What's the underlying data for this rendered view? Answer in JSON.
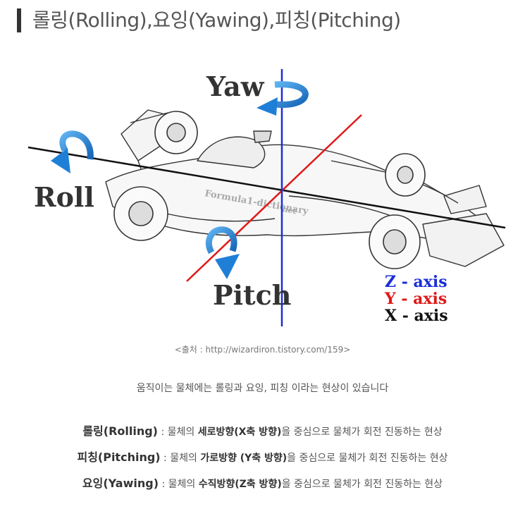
{
  "heading": "롤링(Rolling),요잉(Yawing),피칭(Pitching)",
  "figure": {
    "labels": {
      "yaw": "Yaw",
      "roll": "Roll",
      "pitch": "Pitch"
    },
    "car_text": {
      "line1": "Formula1-dictionary",
      "line2": "net"
    },
    "legend": [
      {
        "text": "Z - axis",
        "color": "#1a2fd6"
      },
      {
        "text": "Y - axis",
        "color": "#e01818"
      },
      {
        "text": "X - axis",
        "color": "#111111"
      }
    ],
    "colors": {
      "z_axis": "#1a2fd6",
      "y_axis": "#e01818",
      "x_axis": "#111111",
      "arrow": "#1f7fd6"
    }
  },
  "caption": "<출처 : http://wizardiron.tistory.com/159>",
  "intro": "움직이는 물체에는 롤링과 요잉, 피칭 이라는 현상이 있습니다",
  "definitions": [
    {
      "term": "롤링(Rolling)",
      "pre": " : 물체의 ",
      "axis": "세로방향(X축 방향)",
      "post": "을 중심으로 물체가 회전 진동하는 현상"
    },
    {
      "term": "피칭(Pitching)",
      "pre": " : 물체의 ",
      "axis": "가로방향 (Y축 방향)",
      "post": "을 중심으로 물체가 회전 진동하는 현상"
    },
    {
      "term": "요잉(Yawing)",
      "pre": " : 물체의 ",
      "axis": "수직방향(Z축 방향)",
      "post": "을 중심으로 물체가 회전 진동하는 현상"
    }
  ]
}
